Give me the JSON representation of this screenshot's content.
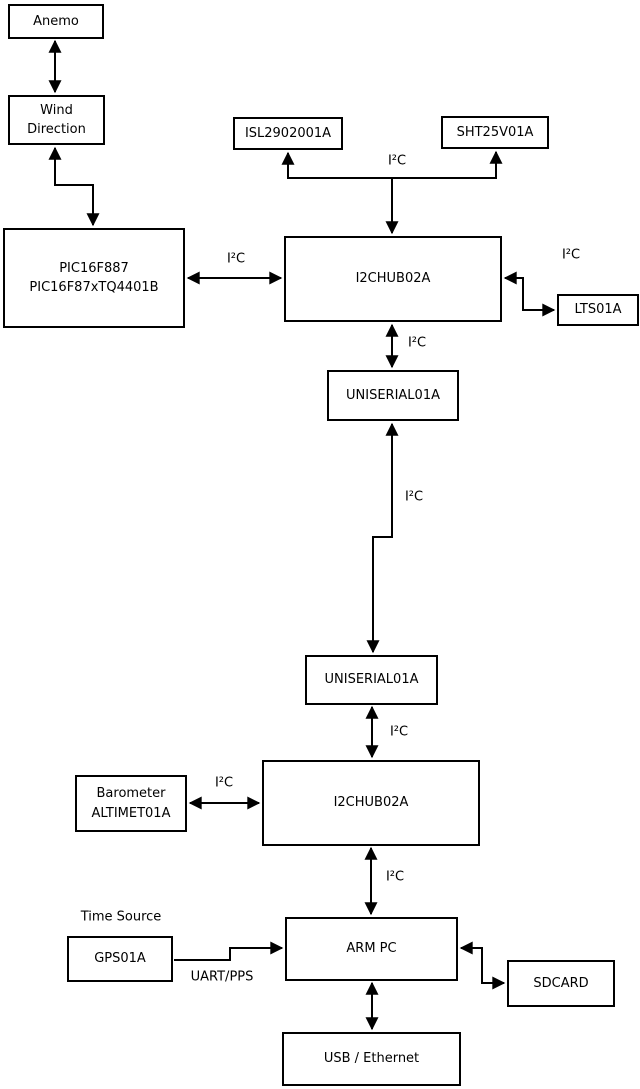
{
  "diagram": {
    "colors": {
      "background": "#ffffff",
      "line": "#000000",
      "box_fill": "#ffffff",
      "text": "#000000"
    },
    "nodes": {
      "anemo": {
        "label": "Anemo"
      },
      "wind_direction": {
        "label": "Wind\nDirection"
      },
      "pic": {
        "label": "PIC16F887\nPIC16F87xTQ4401B"
      },
      "isl": {
        "label": "ISL2902001A"
      },
      "sht": {
        "label": "SHT25V01A"
      },
      "hub1": {
        "label": "I2CHUB02A"
      },
      "lts": {
        "label": "LTS01A"
      },
      "uniserial1": {
        "label": "UNISERIAL01A"
      },
      "uniserial2": {
        "label": "UNISERIAL01A"
      },
      "hub2": {
        "label": "I2CHUB02A"
      },
      "barometer": {
        "label": "Barometer\nALTIMET01A"
      },
      "arm_pc": {
        "label": "ARM PC"
      },
      "gps": {
        "label": "GPS01A"
      },
      "sdcard": {
        "label": "SDCARD"
      },
      "usb_ethernet": {
        "label": "USB / Ethernet"
      }
    },
    "edge_labels": {
      "i2c_isl_sht": "I²C",
      "i2c_pic_hub1": "I²C",
      "i2c_hub1_lts": "I²C",
      "i2c_hub1_uni1": "I²C",
      "i2c_uni_long": "I²C",
      "i2c_uni2_hub2": "I²C",
      "i2c_baro_hub2": "I²C",
      "i2c_hub2_arm": "I²C"
    },
    "annotations": {
      "time_source": "Time Source",
      "uart_pps": "UART/PPS"
    }
  }
}
